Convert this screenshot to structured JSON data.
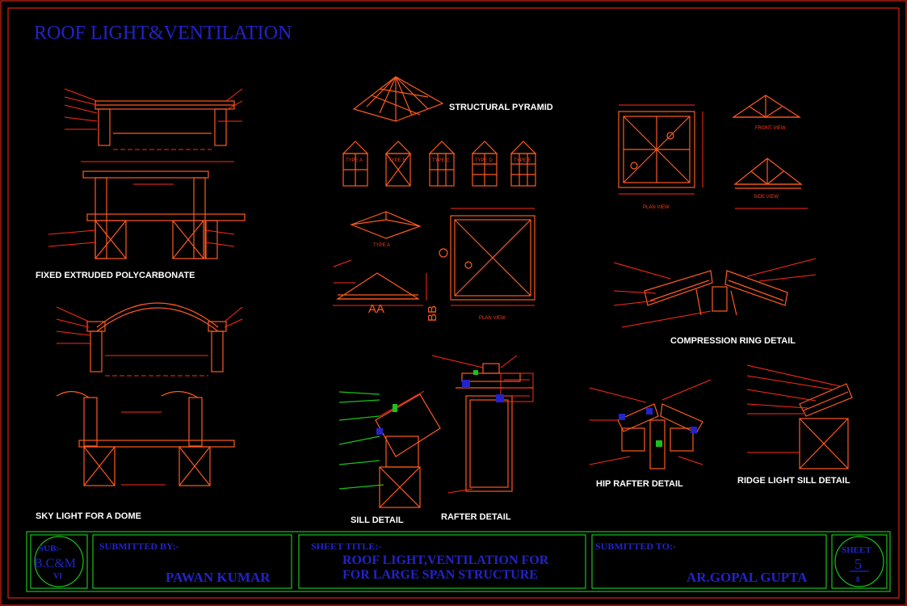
{
  "title": "ROOF LIGHT&VENTILATION",
  "labels": {
    "fixed_polycarbonate": "FIXED EXTRUDED POLYCARBONATE",
    "sky_light_dome": "SKY LIGHT FOR A DOME",
    "structural_pyramid": "STRUCTURAL PYRAMID",
    "type_a": "TYPE A",
    "type_b": "TYPE B",
    "type_c": "TYPE C",
    "type_d": "TYPE D",
    "type_e": "TYPE E",
    "type_a_iso": "TYPE A",
    "aa": "AA",
    "bb": "BB",
    "plan_view_center": "PLAN VIEW",
    "plan_view_right": "PLAN VIEW",
    "front_view": "FRONT VIEW",
    "side_view": "SIDE VIEW",
    "compression_ring": "COMPRESSION RING DETAIL",
    "hip_rafter": "HIP RAFTER DETAIL",
    "ridge_light_sill": "RIDGE LIGHT SILL DETAIL",
    "sill_detail": "SILL DETAIL",
    "rafter_detail": "RAFTER DETAIL"
  },
  "title_block": {
    "sub_label": "SUB:-",
    "sub_value": "B.C&M",
    "sub_sem": "VI",
    "submitted_by_label": "SUBMITTED BY:-",
    "submitted_by_value": "PAWAN KUMAR",
    "sheet_title_label": "SHEET TITLE:-",
    "sheet_title_line1": "ROOF LIGHT,VENTILATION FOR",
    "sheet_title_line2": "FOR LARGE SPAN STRUCTURE",
    "submitted_to_label": "SUBMITTED TO:-",
    "submitted_to_value": "AR.GOPAL GUPTA",
    "sheet_label": "SHEET",
    "sheet_number": "5",
    "sheet_total": "8"
  },
  "colors": {
    "background": "#000000",
    "border": "#ff2a1a",
    "title_blue": "#2323c8",
    "title_block_green": "#19c219",
    "drawing_orange": "#ff5a1e"
  }
}
